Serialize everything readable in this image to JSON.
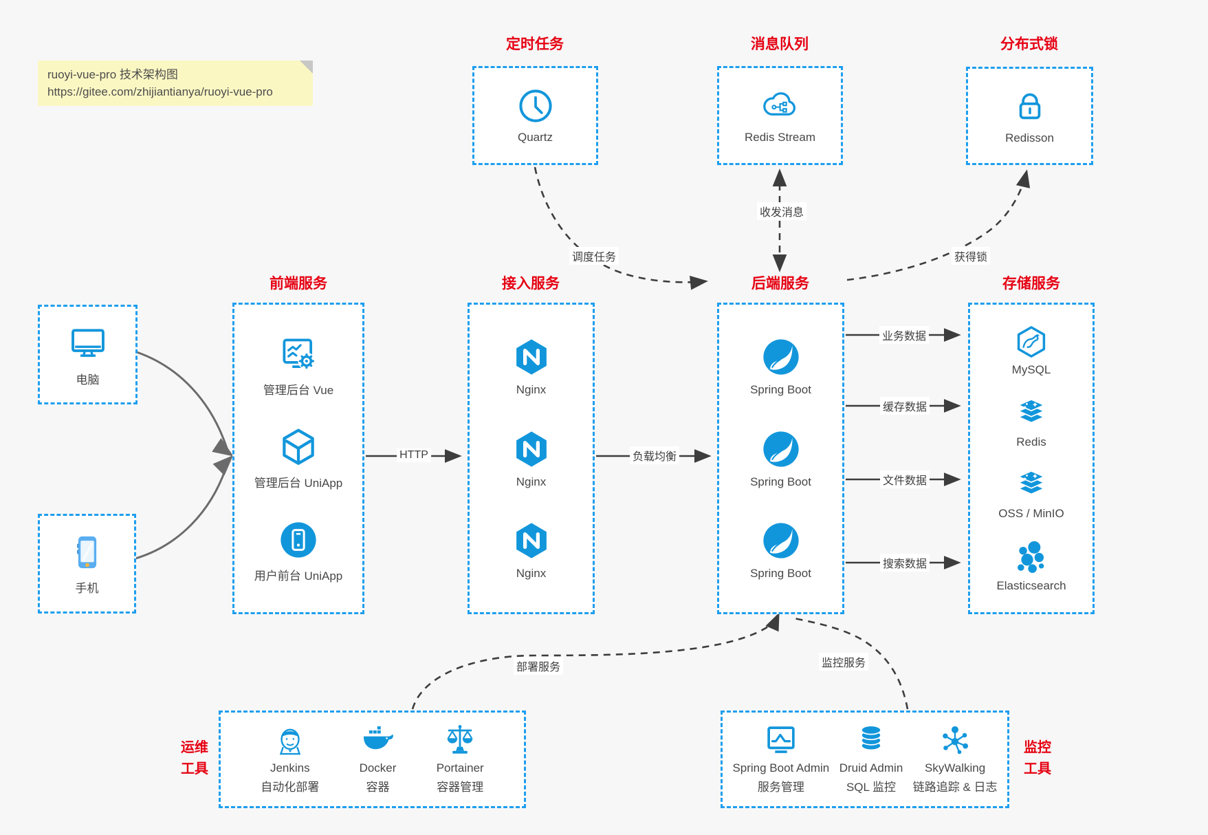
{
  "note": {
    "line1": "ruoyi-vue-pro 技术架构图",
    "line2": "https://gitee.com/zhijiantianya/ruoyi-vue-pro"
  },
  "top_groups": [
    {
      "title": "定时任务",
      "item": {
        "label": "Quartz",
        "icon": "clock-icon"
      }
    },
    {
      "title": "消息队列",
      "item": {
        "label": "Redis Stream",
        "icon": "cloud-message-icon"
      }
    },
    {
      "title": "分布式锁",
      "item": {
        "label": "Redisson",
        "icon": "lock-icon"
      }
    }
  ],
  "clients": [
    {
      "label": "电脑",
      "icon": "desktop-icon"
    },
    {
      "label": "手机",
      "icon": "smartphone-icon"
    }
  ],
  "columns": [
    {
      "title": "前端服务",
      "items": [
        {
          "label": "管理后台 Vue",
          "icon": "admin-vue-icon"
        },
        {
          "label": "管理后台 UniApp",
          "icon": "uniapp-cube-icon"
        },
        {
          "label": "用户前台 UniApp",
          "icon": "user-app-icon"
        }
      ]
    },
    {
      "title": "接入服务",
      "items": [
        {
          "label": "Nginx",
          "icon": "nginx-icon"
        },
        {
          "label": "Nginx",
          "icon": "nginx-icon"
        },
        {
          "label": "Nginx",
          "icon": "nginx-icon"
        }
      ]
    },
    {
      "title": "后端服务",
      "items": [
        {
          "label": "Spring Boot",
          "icon": "spring-boot-icon"
        },
        {
          "label": "Spring Boot",
          "icon": "spring-boot-icon"
        },
        {
          "label": "Spring Boot",
          "icon": "spring-boot-icon"
        }
      ]
    },
    {
      "title": "存储服务",
      "items": [
        {
          "label": "MySQL",
          "icon": "mysql-icon"
        },
        {
          "label": "Redis",
          "icon": "redis-icon"
        },
        {
          "label": "OSS / MinIO",
          "icon": "oss-minio-icon"
        },
        {
          "label": "Elasticsearch",
          "icon": "elasticsearch-icon"
        }
      ]
    }
  ],
  "bottom_groups": [
    {
      "side_label": [
        "运维",
        "工具"
      ],
      "items": [
        {
          "name": "Jenkins",
          "desc": "自动化部署",
          "icon": "jenkins-icon"
        },
        {
          "name": "Docker",
          "desc": "容器",
          "icon": "docker-icon"
        },
        {
          "name": "Portainer",
          "desc": "容器管理",
          "icon": "portainer-icon"
        }
      ]
    },
    {
      "side_label": [
        "监控",
        "工具"
      ],
      "items": [
        {
          "name": "Spring Boot Admin",
          "desc": "服务管理",
          "icon": "spring-boot-admin-icon"
        },
        {
          "name": "Druid Admin",
          "desc": "SQL 监控",
          "icon": "druid-icon"
        },
        {
          "name": "SkyWalking",
          "desc": "链路追踪 & 日志",
          "icon": "skywalking-icon"
        }
      ]
    }
  ],
  "edges": {
    "http": "HTTP",
    "load_balance": "负载均衡",
    "business": "业务数据",
    "cache": "缓存数据",
    "file": "文件数据",
    "search": "搜索数据",
    "schedule": "调度任务",
    "message": "收发消息",
    "lock": "获得锁",
    "deploy": "部署服务",
    "monitor": "监控服务"
  },
  "colors": {
    "icon_blue": "#1296db",
    "border_blue": "#1e9eee",
    "title_red": "#e60012",
    "arrow_dark": "#3d3d3d",
    "client_arrow_gray": "#6b6b6b",
    "note_bg": "#fbf7c3"
  }
}
